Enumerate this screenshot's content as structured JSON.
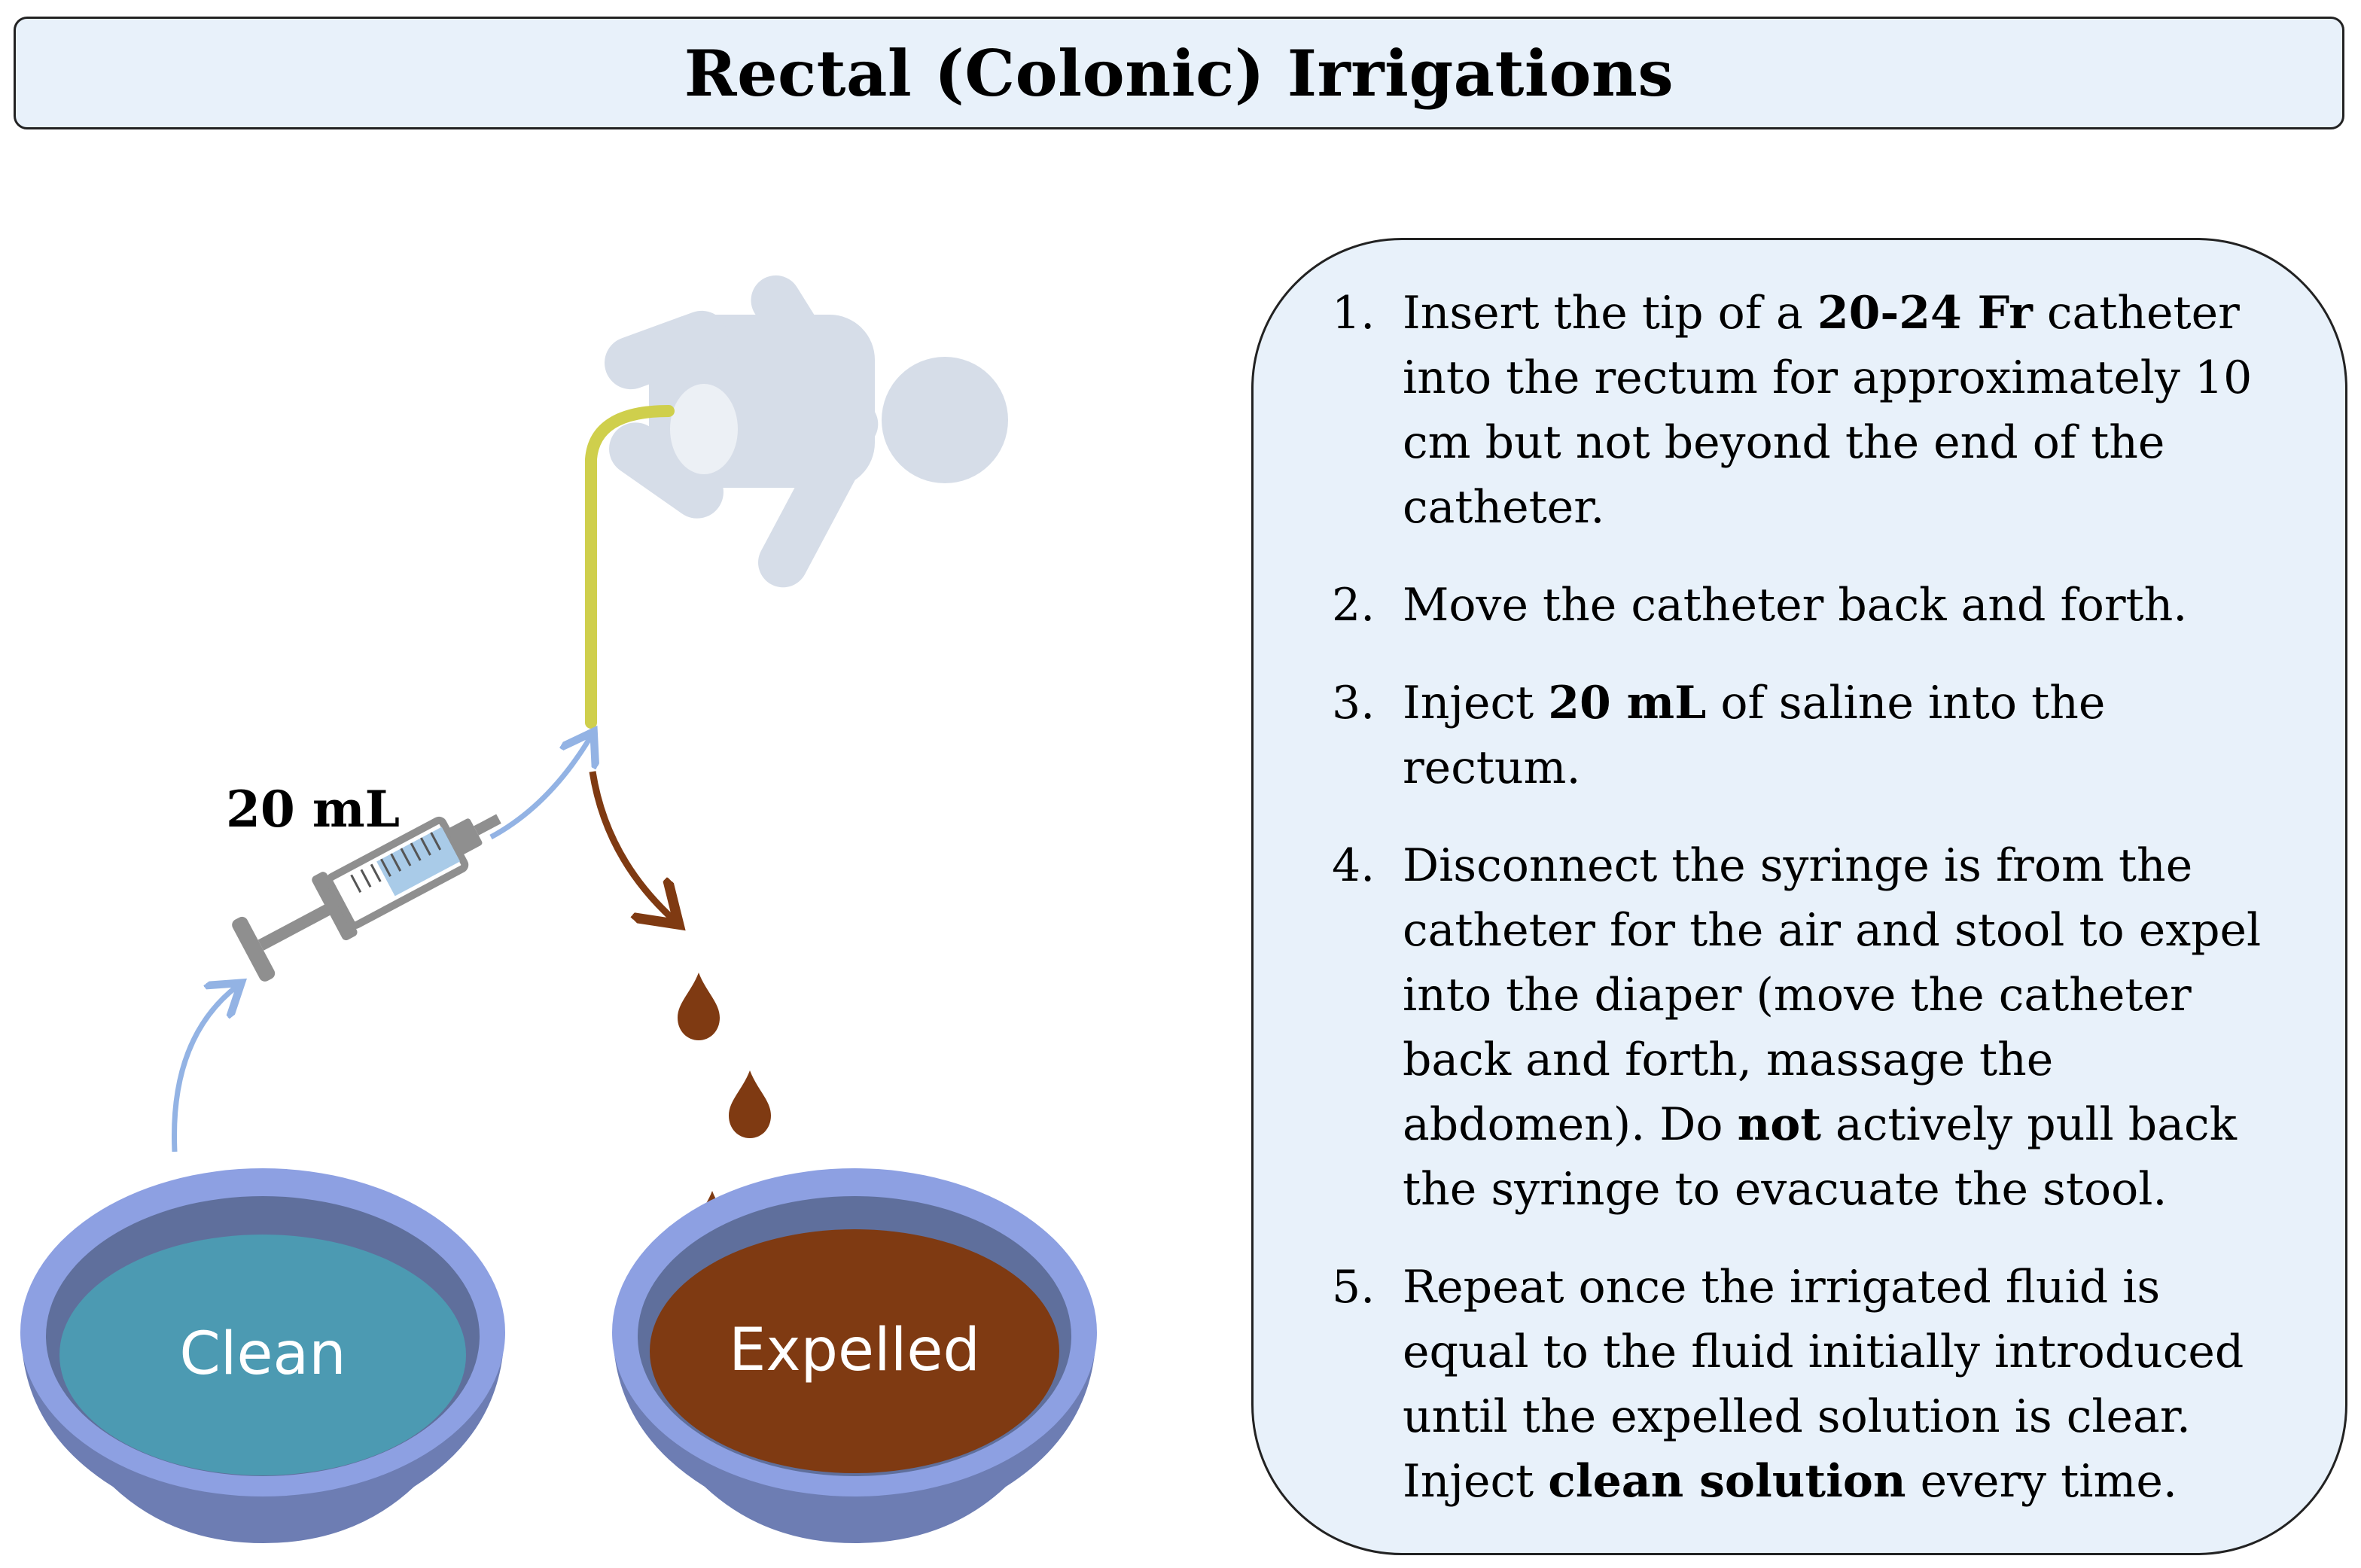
{
  "title": "Rectal (Colonic) Irrigations",
  "illustration": {
    "syringe_volume_label": "20 mL",
    "clean_bowl_label": "Clean",
    "expelled_bowl_label": "Expelled",
    "icons": [
      "baby-icon",
      "catheter-tube",
      "syringe-icon",
      "clean-bowl",
      "expelled-bowl",
      "stool-drop-icon",
      "flow-arrow"
    ]
  },
  "colors": {
    "clean_fluid": "#4c9ab2",
    "expelled_fluid": "#7f3a12",
    "bowl": "#7c8fd6",
    "catheter": "#cfcf4c",
    "baby": "#d6dde8",
    "clean_arrow": "#93b3e4",
    "expelled_arrow": "#7f3a12",
    "panel": "#e8f1fa"
  },
  "steps": [
    {
      "number": "1.",
      "parts": [
        {
          "text": "Insert the tip of a ",
          "bold": false
        },
        {
          "text": "20-24 Fr",
          "bold": true
        },
        {
          "text": " catheter into the rectum for approximately 10 cm but not beyond the end of the catheter.",
          "bold": false
        }
      ]
    },
    {
      "number": "2.",
      "parts": [
        {
          "text": "Move the catheter back and forth.",
          "bold": false
        }
      ]
    },
    {
      "number": "3.",
      "parts": [
        {
          "text": "Inject ",
          "bold": false
        },
        {
          "text": "20 mL",
          "bold": true
        },
        {
          "text": " of saline into the rectum.",
          "bold": false
        }
      ]
    },
    {
      "number": "4.",
      "parts": [
        {
          "text": "Disconnect the syringe is from the catheter for the air and stool to expel into the diaper (move the catheter back and forth, massage the abdomen). Do ",
          "bold": false
        },
        {
          "text": "not",
          "bold": true
        },
        {
          "text": " actively pull back the syringe to evacuate the stool.",
          "bold": false
        }
      ]
    },
    {
      "number": "5.",
      "parts": [
        {
          "text": "Repeat once the irrigated fluid is equal to the fluid initially introduced until the expelled solution is clear. Inject ",
          "bold": false
        },
        {
          "text": "clean solution",
          "bold": true
        },
        {
          "text": " every time.",
          "bold": false
        }
      ]
    }
  ]
}
